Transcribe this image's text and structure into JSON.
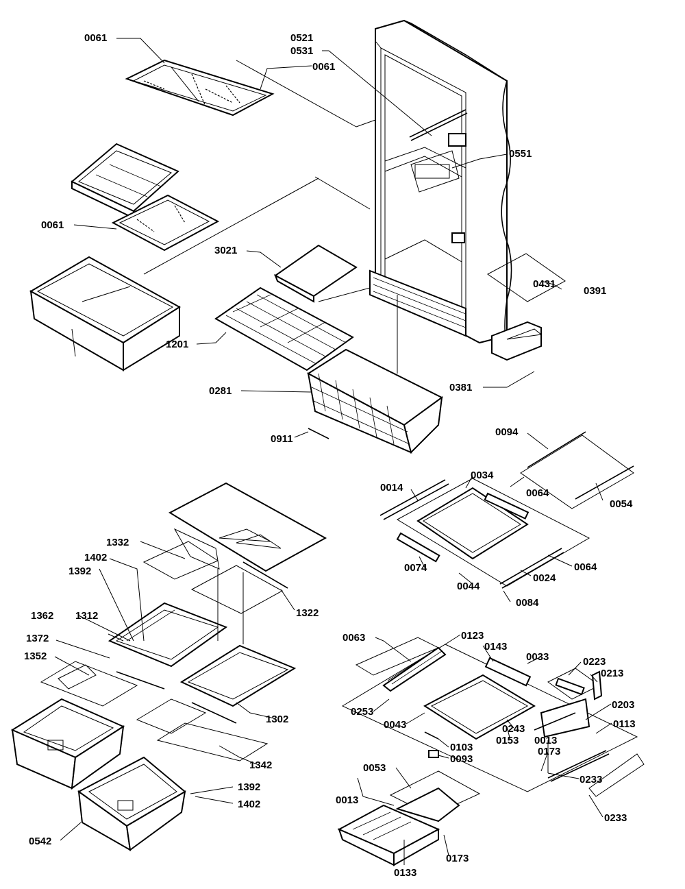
{
  "colors": {
    "ink": "#000000",
    "paper": "#ffffff"
  },
  "labels": {
    "l0061a": "0061",
    "l0521": "0521",
    "l0531": "0531",
    "l0061b": "0061",
    "l0551": "0551",
    "l0061c": "0061",
    "l3021": "3021",
    "l0431": "0431",
    "l0391": "0391",
    "l1201": "1201",
    "l0381": "0381",
    "l0281": "0281",
    "l0911": "0911",
    "l0094": "0094",
    "l0014": "0014",
    "l0034": "0034",
    "l0064a": "0064",
    "l0054": "0054",
    "l0074": "0074",
    "l0064b": "0064",
    "l0044": "0044",
    "l0024": "0024",
    "l0084": "0084",
    "l1332": "1332",
    "l1402a": "1402",
    "l1392a": "1392",
    "l1322": "1322",
    "l1362": "1362",
    "l1312": "1312",
    "l1372": "1372",
    "l1352": "1352",
    "l1302": "1302",
    "l1342": "1342",
    "l1392b": "1392",
    "l1402b": "1402",
    "l0542": "0542",
    "l0063": "0063",
    "l0123": "0123",
    "l0143": "0143",
    "l0033": "0033",
    "l0223": "0223",
    "l0213": "0213",
    "l0253": "0253",
    "l0043": "0043",
    "l0203": "0203",
    "l0113": "0113",
    "l0243": "0243",
    "l0153": "0153",
    "l0013a": "0013",
    "l0173a": "0173",
    "l0103": "0103",
    "l0093": "0093",
    "l0233a": "0233",
    "l0053": "0053",
    "l0013b": "0013",
    "l0233b": "0233",
    "l0173b": "0173",
    "l0133": "0133"
  }
}
